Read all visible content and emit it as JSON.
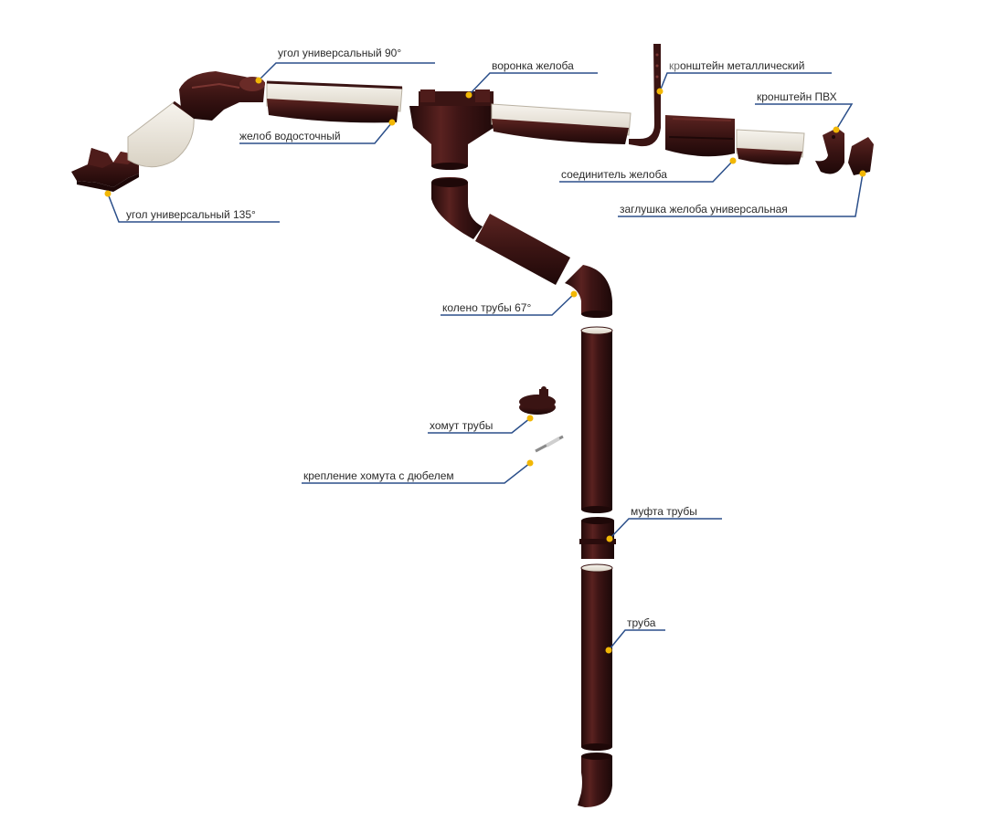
{
  "colors": {
    "pipe": "#3a1413",
    "pipe_dark": "#240b0b",
    "pipe_light": "#6a2b27",
    "pipe_inner": "#ece7dc",
    "leader": "#2b4f8a",
    "dot": "#f2b705",
    "text": "#2b2b2b"
  },
  "labels": {
    "corner_90": "угол универсальный 90°",
    "gutter": "желоб водосточный",
    "corner_135": "угол универсальный 135°",
    "funnel": "воронка желоба",
    "bracket_metal_1": "кр",
    "bracket_metal_2": "онштейн металлический",
    "bracket_pvc": "кронштейн ПВХ",
    "connector": "соединитель желоба",
    "end_cap": "заглушка желоба универсальная",
    "elbow": "колено трубы 67°",
    "clamp": "хомут трубы",
    "clamp_fixing": "крепление хомута с дюбелем",
    "coupling": "муфта трубы",
    "pipe": "труба"
  }
}
